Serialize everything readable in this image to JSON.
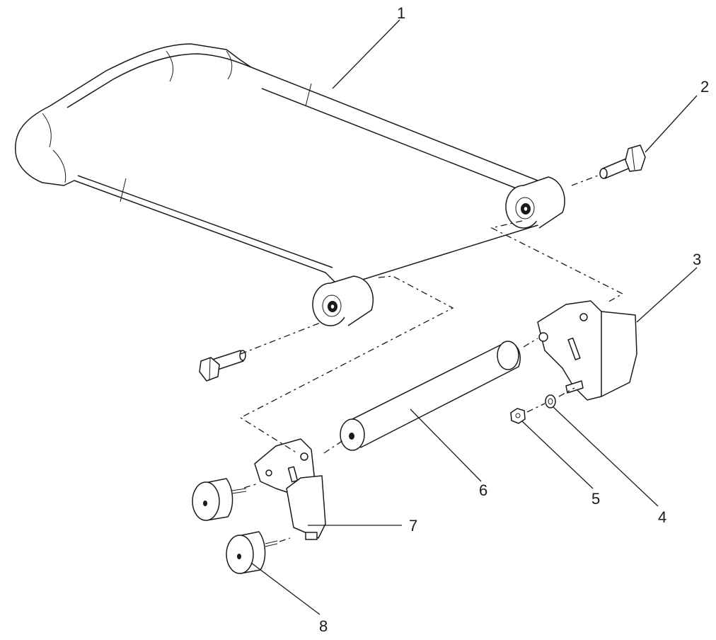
{
  "callouts": [
    {
      "id": "1",
      "text": "1"
    },
    {
      "id": "2",
      "text": "2"
    },
    {
      "id": "3",
      "text": "3"
    },
    {
      "id": "4",
      "text": "4"
    },
    {
      "id": "5",
      "text": "5"
    },
    {
      "id": "6",
      "text": "6"
    },
    {
      "id": "7",
      "text": "7"
    },
    {
      "id": "8",
      "text": "8"
    }
  ],
  "colors": {
    "ink": "#1a1a1a",
    "paper": "#ffffff"
  }
}
